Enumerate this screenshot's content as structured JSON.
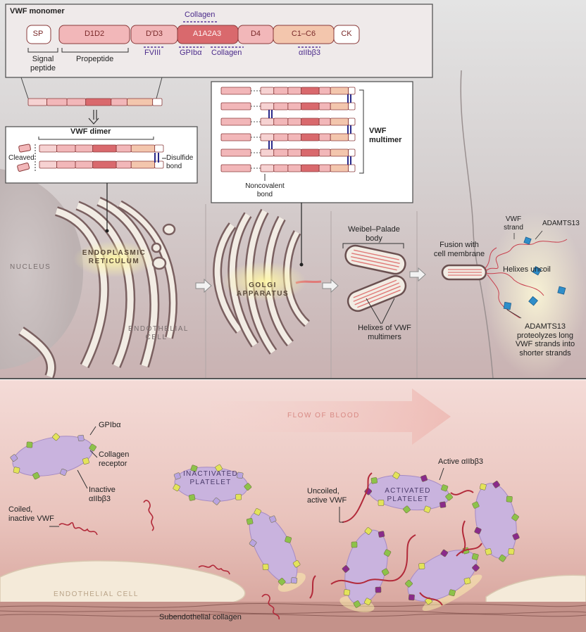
{
  "monomer": {
    "title": "VWF monomer",
    "domains": [
      "SP",
      "D1D2",
      "D′D3",
      "A1A2A3",
      "D4",
      "C1–C6",
      "CK"
    ],
    "collagen_top": "Collagen",
    "signal_peptide": [
      "Signal",
      "peptide"
    ],
    "propeptide": "Propeptide",
    "fviii": "FVIII",
    "gpib": "GPIbα",
    "collagen_bottom": "Collagen",
    "integrin": "αIIbβ3"
  },
  "dimer": {
    "title": "VWF dimer",
    "cleaved": "Cleaved",
    "disulfide": [
      "Disulfide",
      "bond"
    ]
  },
  "multimer": {
    "title": [
      "VWF",
      "multimer"
    ],
    "noncovalent": [
      "Noncovalent",
      "bond"
    ]
  },
  "cell_labels": {
    "nucleus": "NUCLEUS",
    "er": [
      "ENDOPLASMIC",
      "RETICULUM"
    ],
    "endothelial": [
      "ENDOTHELIAL",
      "CELL"
    ],
    "golgi": [
      "GOLGI",
      "APPARATUS"
    ],
    "wpb": [
      "Weibel–Palade",
      "body"
    ],
    "helixes": [
      "Helixes of VWF",
      "multimers"
    ],
    "fusion": [
      "Fusion with",
      "cell membrane"
    ],
    "vwf_strand": [
      "VWF",
      "strand"
    ],
    "adamts13": "ADAMTS13",
    "uncoil": "Helixes uncoil",
    "proteolyze": [
      "ADAMTS13",
      "proteolyzes long",
      "VWF strands into",
      "shorter strands"
    ]
  },
  "bottom": {
    "flow": "FLOW OF BLOOD",
    "gpib": "GPIbα",
    "collagen_receptor": [
      "Collagen",
      "receptor"
    ],
    "inactive": [
      "Inactive",
      "αIIbβ3"
    ],
    "coiled": [
      "Coiled,",
      "inactive VWF"
    ],
    "inactivated": [
      "INACTIVATED",
      "PLATELET"
    ],
    "uncoiled": [
      "Uncoiled,",
      "active VWF"
    ],
    "active_int": "Active αIIbβ3",
    "activated": [
      "ACTIVATED",
      "PLATELET"
    ],
    "endothelial_cell": "ENDOTHELIAL CELL",
    "subendothelial": "Subendothelial collagen"
  },
  "colors": {
    "domain_fill": "#f2b7b9",
    "domain_dark": "#d9696d",
    "domain_peach": "#f3c6ad",
    "platelet": "#c9b3de",
    "vwf": "#b22a3a",
    "receptor_green": "#8dc24a",
    "receptor_yellow": "#e3e35a",
    "receptor_violet": "#b9a4e0",
    "receptor_purple": "#8a2b8a",
    "adamts": "#2f8ec9"
  }
}
